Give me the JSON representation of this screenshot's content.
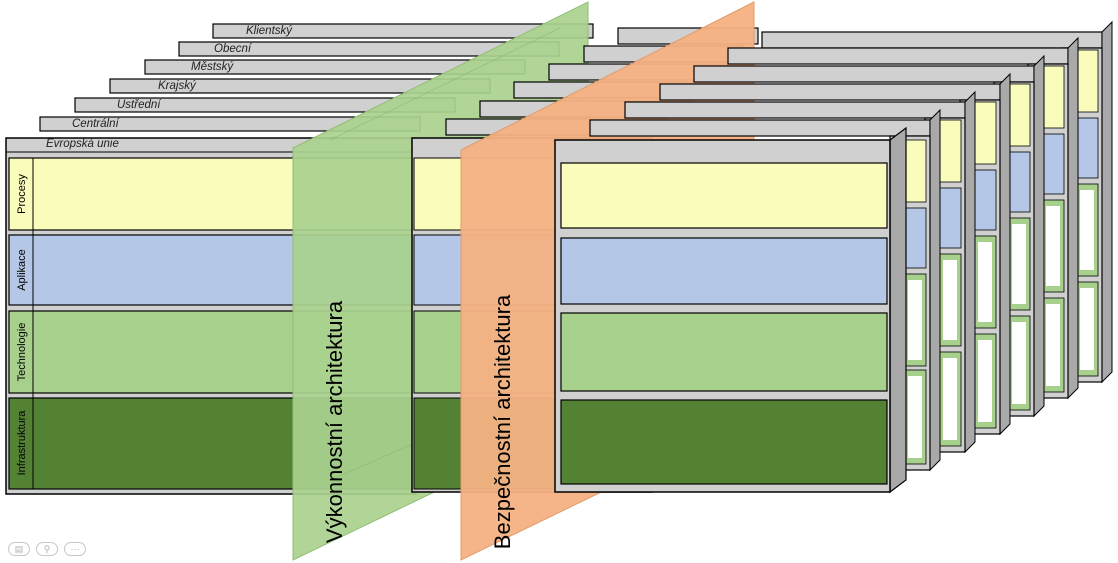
{
  "diagram": {
    "levels": [
      "Klientský",
      "Obecní",
      "Městský",
      "Krajský",
      "Ústřední",
      "Centrální",
      "Evropská unie"
    ],
    "layers": [
      "Procesy",
      "Aplikace",
      "Technologie",
      "Infrastruktura"
    ],
    "planes": [
      "Výkonnostní architektura",
      "Bezpečnostní architektura"
    ]
  },
  "colors": {
    "procesy": "#fafcbc",
    "aplikace": "#b4c7e7",
    "technologie": "#a8d08d",
    "infrastruktura": "#548235",
    "frame": "#d0d0d0",
    "plane_green": "#a9d18e",
    "plane_orange": "#f4b183"
  },
  "viewer_controls": [
    "page-icon",
    "zoom-icon",
    "more-icon"
  ]
}
